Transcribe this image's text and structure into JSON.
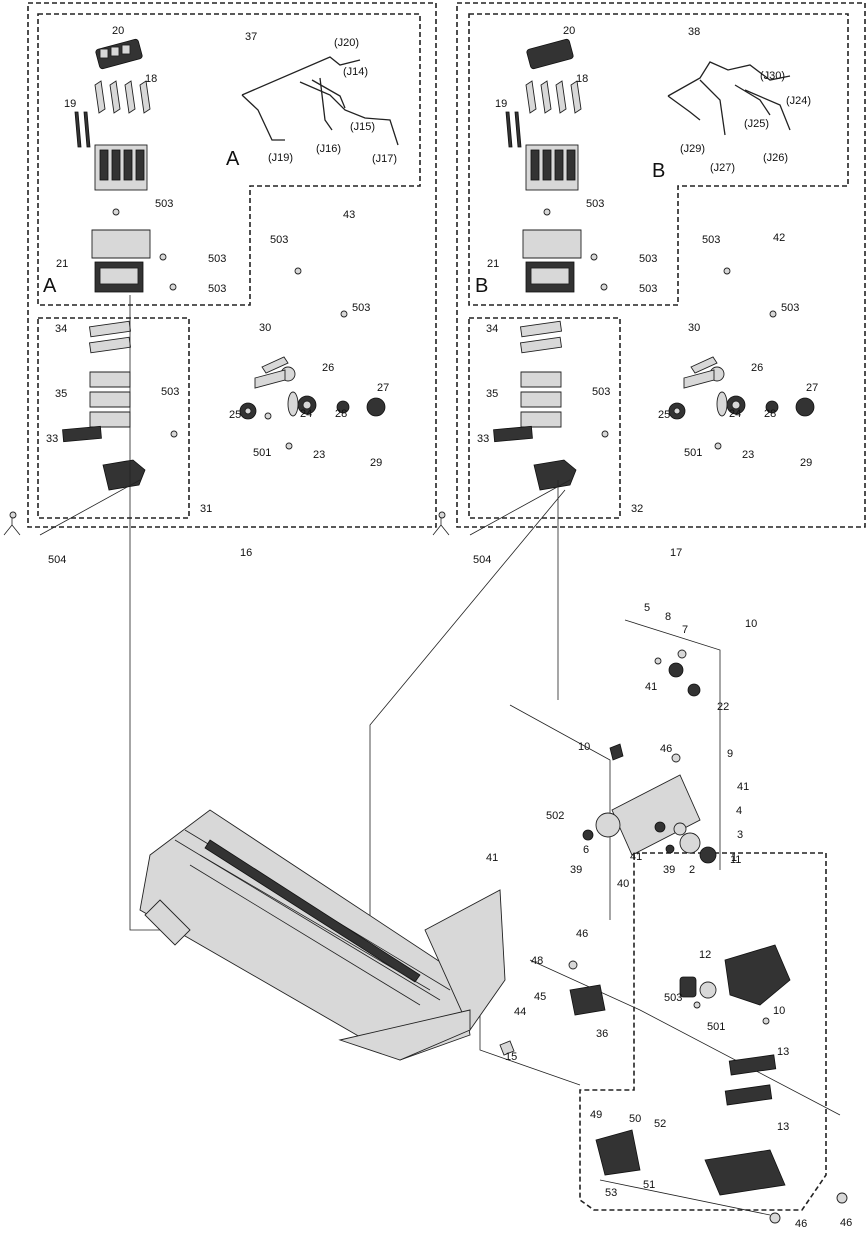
{
  "labels": {
    "n1": "1",
    "n2": "2",
    "n3": "3",
    "n4": "4",
    "n5": "5",
    "n6": "6",
    "n7": "7",
    "n8": "8",
    "n9": "9",
    "n10": "10",
    "n11": "11",
    "n12": "12",
    "n13": "13",
    "n15": "15",
    "n16": "16",
    "n17": "17",
    "n18": "18",
    "n19": "19",
    "n20": "20",
    "n21": "21",
    "n22": "22",
    "n23": "23",
    "n24": "24",
    "n25": "25",
    "n26": "26",
    "n27": "27",
    "n28": "28",
    "n29": "29",
    "n30": "30",
    "n31": "31",
    "n32": "32",
    "n33": "33",
    "n34": "34",
    "n35": "35",
    "n36": "36",
    "n37": "37",
    "n38": "38",
    "n39": "39",
    "n40": "40",
    "n41": "41",
    "n42": "42",
    "n43": "43",
    "n44": "44",
    "n45": "45",
    "n46": "46",
    "n48": "48",
    "n49": "49",
    "n50": "50",
    "n51": "51",
    "n52": "52",
    "n53": "53",
    "n501": "501",
    "n502": "502",
    "n503": "503",
    "n504": "504",
    "j14": "(J14)",
    "j15": "(J15)",
    "j16": "(J16)",
    "j17": "(J17)",
    "j19": "(J19)",
    "j20": "(J20)",
    "j24": "(J24)",
    "j25": "(J25)",
    "j26": "(J26)",
    "j27": "(J27)",
    "j29": "(J29)",
    "j30": "(J30)",
    "refA": "A",
    "refB": "B"
  }
}
